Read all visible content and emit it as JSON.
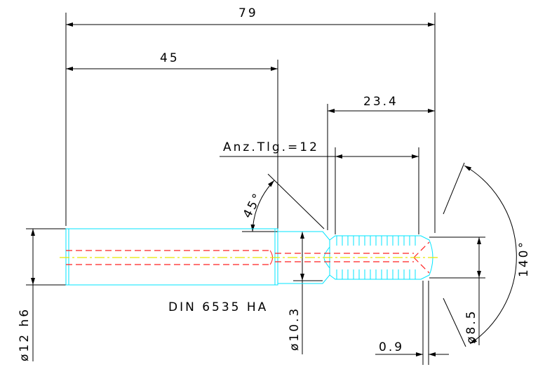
{
  "drawing": {
    "dimensions": {
      "overall_length": "79",
      "shank_length": "45",
      "thread_section_length": "23.4",
      "tooth_count_label": "Anz.Tlg.=12",
      "chamfer_angle": "45°",
      "shank_diameter": "ø12 h6",
      "neck_diameter": "ø10.3",
      "thread_diameter": "ø8.5",
      "tip_angle": "140°",
      "tip_offset": "0.9"
    },
    "shank_standard": "DIN 6535 HA",
    "colors": {
      "outline": "#00e5ff",
      "hidden_lines": "#ff2020",
      "center_line": "#e8e800",
      "dimension_lines": "#000000"
    }
  }
}
